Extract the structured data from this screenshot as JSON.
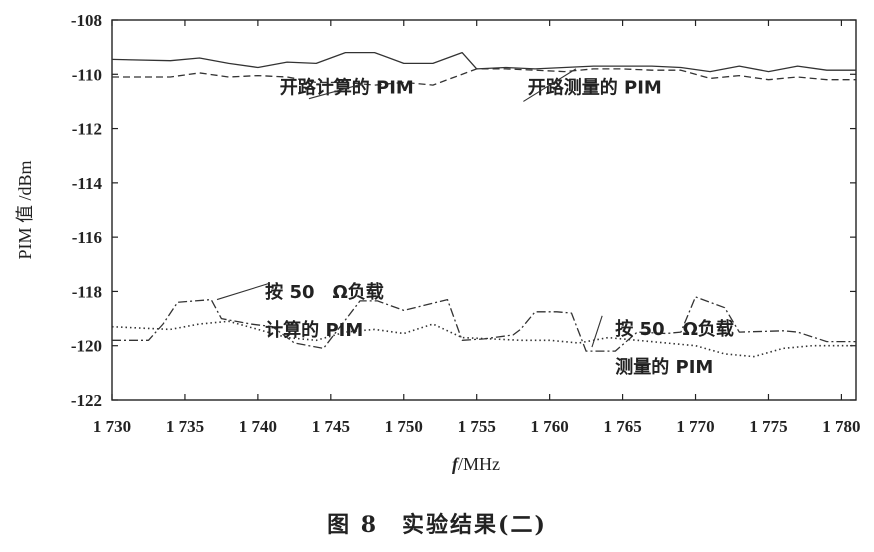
{
  "chart_data": {
    "type": "line",
    "caption": "图 8　实验结果(二)",
    "xlabel": "f/MHz",
    "ylabel": "PIM 值 /dBm",
    "xlim": [
      1730,
      1781
    ],
    "ylim": [
      -122,
      -108
    ],
    "xticks": [
      1730,
      1735,
      1740,
      1745,
      1750,
      1755,
      1760,
      1765,
      1770,
      1775,
      1780
    ],
    "xtick_labels": [
      "1 730",
      "1 735",
      "1 740",
      "1 745",
      "1 750",
      "1 755",
      "1 760",
      "1 765",
      "1 770",
      "1 775",
      "1 780"
    ],
    "yticks": [
      -108,
      -110,
      -112,
      -114,
      -116,
      -118,
      -120,
      -122
    ],
    "ytick_labels": [
      "-108",
      "-110",
      "-112",
      "-114",
      "-116",
      "-118",
      "-120",
      "-122"
    ],
    "grid": false,
    "series": [
      {
        "name": "开路测量的 PIM",
        "style": "solid",
        "x": [
          1730,
          1734,
          1736,
          1738,
          1740,
          1742,
          1744,
          1746,
          1748,
          1750,
          1752,
          1754,
          1755,
          1757,
          1759,
          1761,
          1763,
          1765,
          1767,
          1769,
          1771,
          1773,
          1775,
          1777,
          1779,
          1781
        ],
        "y": [
          -109.45,
          -109.5,
          -109.4,
          -109.6,
          -109.75,
          -109.55,
          -109.6,
          -109.2,
          -109.2,
          -109.6,
          -109.6,
          -109.2,
          -109.8,
          -109.75,
          -109.8,
          -109.75,
          -109.7,
          -109.7,
          -109.7,
          -109.75,
          -109.9,
          -109.7,
          -109.9,
          -109.7,
          -109.85,
          -109.85
        ]
      },
      {
        "name": "开路计算的 PIM",
        "style": "dashed",
        "x": [
          1730,
          1734,
          1736,
          1738,
          1740,
          1742,
          1744,
          1746,
          1748,
          1750,
          1752,
          1753,
          1755,
          1757,
          1759,
          1761,
          1763,
          1765,
          1767,
          1769,
          1771,
          1773,
          1775,
          1777,
          1779,
          1781
        ],
        "y": [
          -110.1,
          -110.1,
          -109.95,
          -110.1,
          -110.05,
          -110.1,
          -110.3,
          -110.3,
          -110.4,
          -110.3,
          -110.4,
          -110.2,
          -109.8,
          -109.8,
          -109.85,
          -109.9,
          -109.8,
          -109.8,
          -109.85,
          -109.85,
          -110.15,
          -110.05,
          -110.2,
          -110.1,
          -110.2,
          -110.2
        ]
      },
      {
        "name": "按 50 Ω负载测量的 PIM",
        "style": "dashdot",
        "x": [
          1730,
          1732.5,
          1733.5,
          1734.5,
          1736.8,
          1737.5,
          1739.5,
          1741,
          1742.5,
          1744.5,
          1745.5,
          1747,
          1748.2,
          1750,
          1753,
          1754,
          1755.5,
          1757.5,
          1758,
          1759,
          1760.5,
          1761.5,
          1762.5,
          1764.5,
          1766,
          1768,
          1769,
          1770,
          1772,
          1773,
          1776,
          1777,
          1779,
          1781
        ],
        "y": [
          -119.8,
          -119.8,
          -119.2,
          -118.4,
          -118.3,
          -119.0,
          -119.2,
          -119.3,
          -119.9,
          -120.1,
          -119.4,
          -118.35,
          -118.35,
          -118.7,
          -118.3,
          -119.8,
          -119.75,
          -119.6,
          -119.4,
          -118.75,
          -118.75,
          -118.8,
          -120.2,
          -120.2,
          -119.5,
          -119.55,
          -119.5,
          -118.2,
          -118.6,
          -119.5,
          -119.45,
          -119.5,
          -119.85,
          -119.85
        ]
      },
      {
        "name": "按 50 Ω负载计算的 PIM",
        "style": "dotted",
        "x": [
          1730,
          1732,
          1734,
          1736,
          1738,
          1740,
          1742,
          1744,
          1746,
          1748,
          1750,
          1752,
          1754,
          1756,
          1758,
          1760,
          1762,
          1764,
          1766,
          1768,
          1770,
          1772,
          1774,
          1776,
          1778,
          1781
        ],
        "y": [
          -119.3,
          -119.35,
          -119.4,
          -119.2,
          -119.1,
          -119.4,
          -119.7,
          -119.8,
          -119.5,
          -119.4,
          -119.55,
          -119.2,
          -119.7,
          -119.75,
          -119.8,
          -119.8,
          -119.9,
          -119.7,
          -119.8,
          -119.9,
          -120.0,
          -120.3,
          -120.4,
          -120.1,
          -120.0,
          -120.0
        ]
      }
    ],
    "annotations": [
      {
        "text": "开路计算的 PIM",
        "x": 1741.5,
        "y": -110.7,
        "target_x": 1747,
        "target_y": -110.3
      },
      {
        "text": "开路测量的 PIM",
        "x": 1758.5,
        "y": -110.7,
        "target_x": 1762,
        "target_y": -109.8
      },
      {
        "lines": [
          "按 50　Ω负载",
          "计算的 PIM"
        ],
        "x": 1740.5,
        "y": -118.25,
        "target_x": 1737,
        "target_y": -118.35
      },
      {
        "lines": [
          "按 50　Ω负载",
          "测量的 PIM"
        ],
        "x": 1764.5,
        "y": -119.6,
        "target_x": 1763,
        "target_y": -120.1
      }
    ]
  }
}
